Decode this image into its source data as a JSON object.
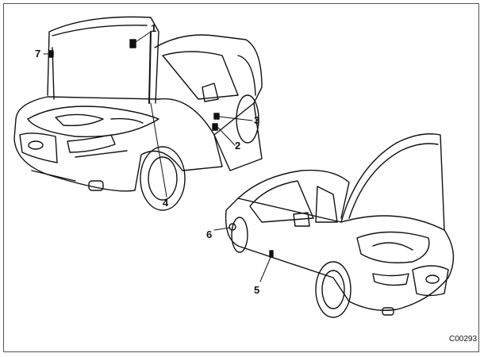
{
  "figure": {
    "callouts": [
      "1",
      "2",
      "3",
      "4",
      "5",
      "6",
      "7"
    ],
    "code": "C00293"
  }
}
